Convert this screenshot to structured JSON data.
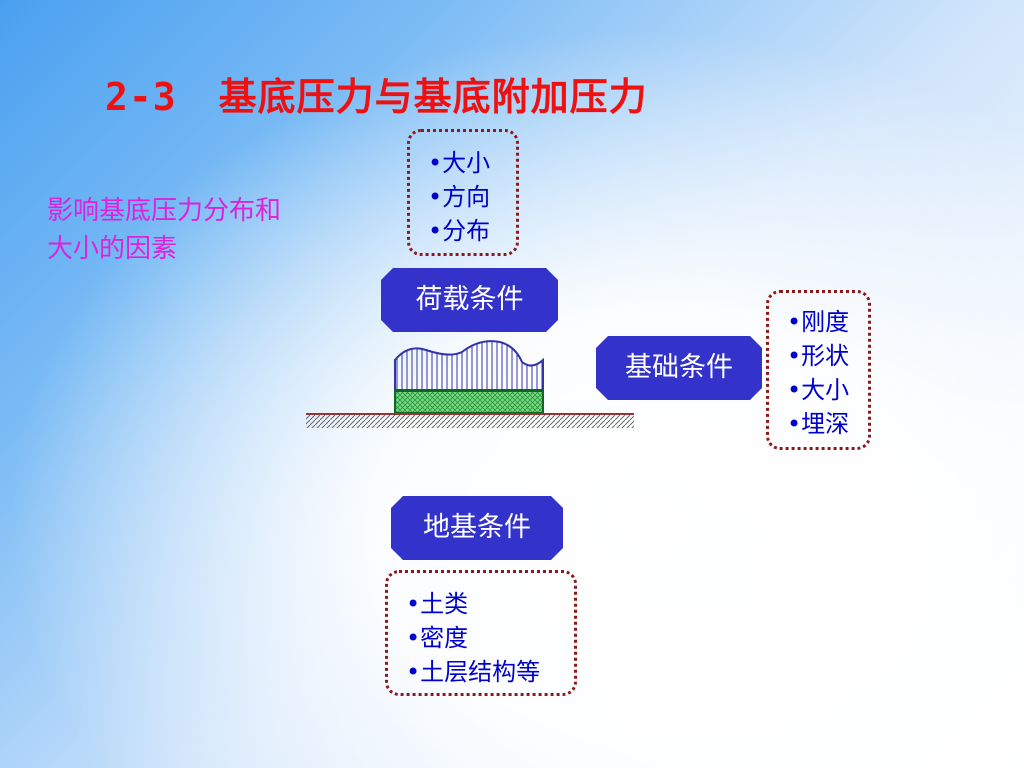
{
  "title": {
    "number": "2-3",
    "text": "基底压力与基底附加压力"
  },
  "factors_label": "影响基底压力分布和大小的因素",
  "load": {
    "label": "荷载条件",
    "items": [
      "•大小",
      "•方向",
      "•分布"
    ]
  },
  "foundation": {
    "label": "基础条件",
    "items": [
      "•刚度",
      "•形状",
      "•大小",
      "•埋深"
    ]
  },
  "soil": {
    "label": "地基条件",
    "items": [
      "•土类",
      "•密度",
      "•土层结构等"
    ]
  },
  "colors": {
    "title": "#ee1111",
    "factors": "#dd22dd",
    "badge": "#3333cc",
    "list_text": "#0000cc",
    "dotted_border": "#8b1a1a",
    "footing": "#33aa44"
  }
}
